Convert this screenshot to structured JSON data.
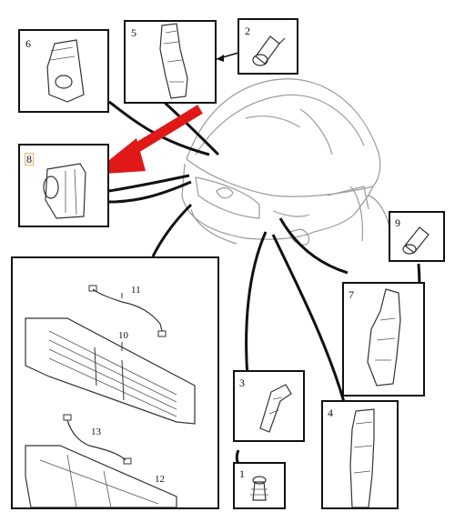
{
  "diagram": {
    "callouts": {
      "c1": "1",
      "c2": "2",
      "c3": "3",
      "c4": "4",
      "c5": "5",
      "c6": "6",
      "c7": "7",
      "c8": "8",
      "c9": "9"
    },
    "inset_labels": {
      "l10": "10",
      "l11": "11",
      "l12": "12",
      "l13": "13"
    },
    "colors": {
      "line": "#111111",
      "car": "#9a9a9a",
      "arrow": "#e01818",
      "highlight_border": "#f0b860"
    },
    "icons": [
      "red-arrow-indicator",
      "car-front-outline"
    ]
  }
}
